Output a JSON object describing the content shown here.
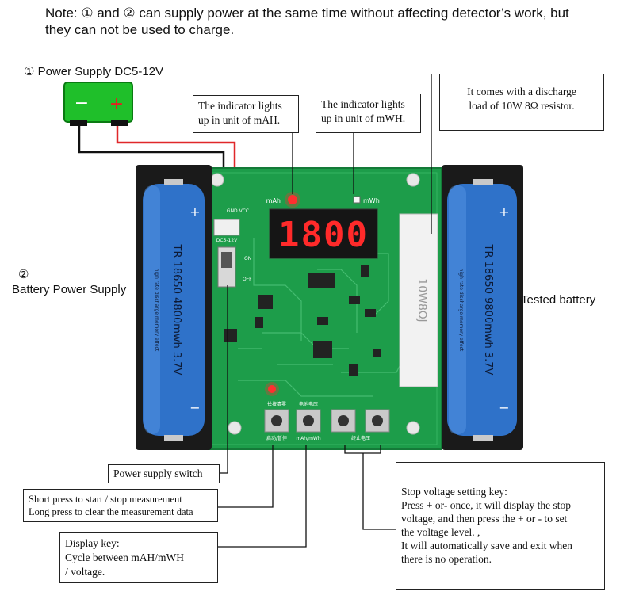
{
  "note": {
    "line1": "Note: ① and ② can supply power at the same time without affecting detector’s work, but",
    "line2": "they can not be used to charge."
  },
  "labels": {
    "power_supply": "① Power Supply DC5-12V",
    "battery_supply_num": "②",
    "battery_supply": "Battery Power Supply",
    "tested_battery": "Tested battery"
  },
  "callouts": {
    "mah": [
      "The indicator lights",
      "up in unit of mAH."
    ],
    "mwh": [
      "The indicator lights",
      "up in unit of mWH."
    ],
    "resistor": [
      "It comes with a discharge",
      "load of 10W 8Ω resistor."
    ],
    "power_switch": [
      "Power supply switch"
    ],
    "start_stop": [
      "Short press to start / stop measurement",
      "Long press to clear the measurement data"
    ],
    "display_key": [
      "Display key:",
      "Cycle between mAH/mWH",
      " / voltage."
    ],
    "stop_voltage": [
      "Stop voltage setting key:",
      "Press + or- once, it will display the stop",
      "voltage, and then press the + or - to set",
      "the voltage level. ,",
      " It will automatically save and exit when",
      " there is no operation."
    ]
  },
  "board": {
    "display_value": "1800",
    "mah_label": "mAh",
    "mwh_label": "mWh",
    "dc_label": "DC5-12V",
    "on_label": "ON",
    "off_label": "OFF",
    "gnd_vcc": "GND VCC",
    "btn1_label": "启动/暂停",
    "btn2_label": "mAh/mWh",
    "btn3_label": "终止电压",
    "btn_top1": "长按清零",
    "btn_top2": "电池电压",
    "resistor_text": "10W8ΩJ"
  },
  "battery_left": {
    "text": "TR 18650 4800mwh 3.7V",
    "small": "high rate discharge memory effect"
  },
  "battery_right": {
    "text": "TR 18650 9800mwh 3.7V",
    "small": "high rate discharge memory effect"
  },
  "colors": {
    "pcb": "#1d9d4a",
    "battery": "#2f72c9",
    "psu": "#1fbf2a",
    "seg": "#ff2a2a"
  }
}
